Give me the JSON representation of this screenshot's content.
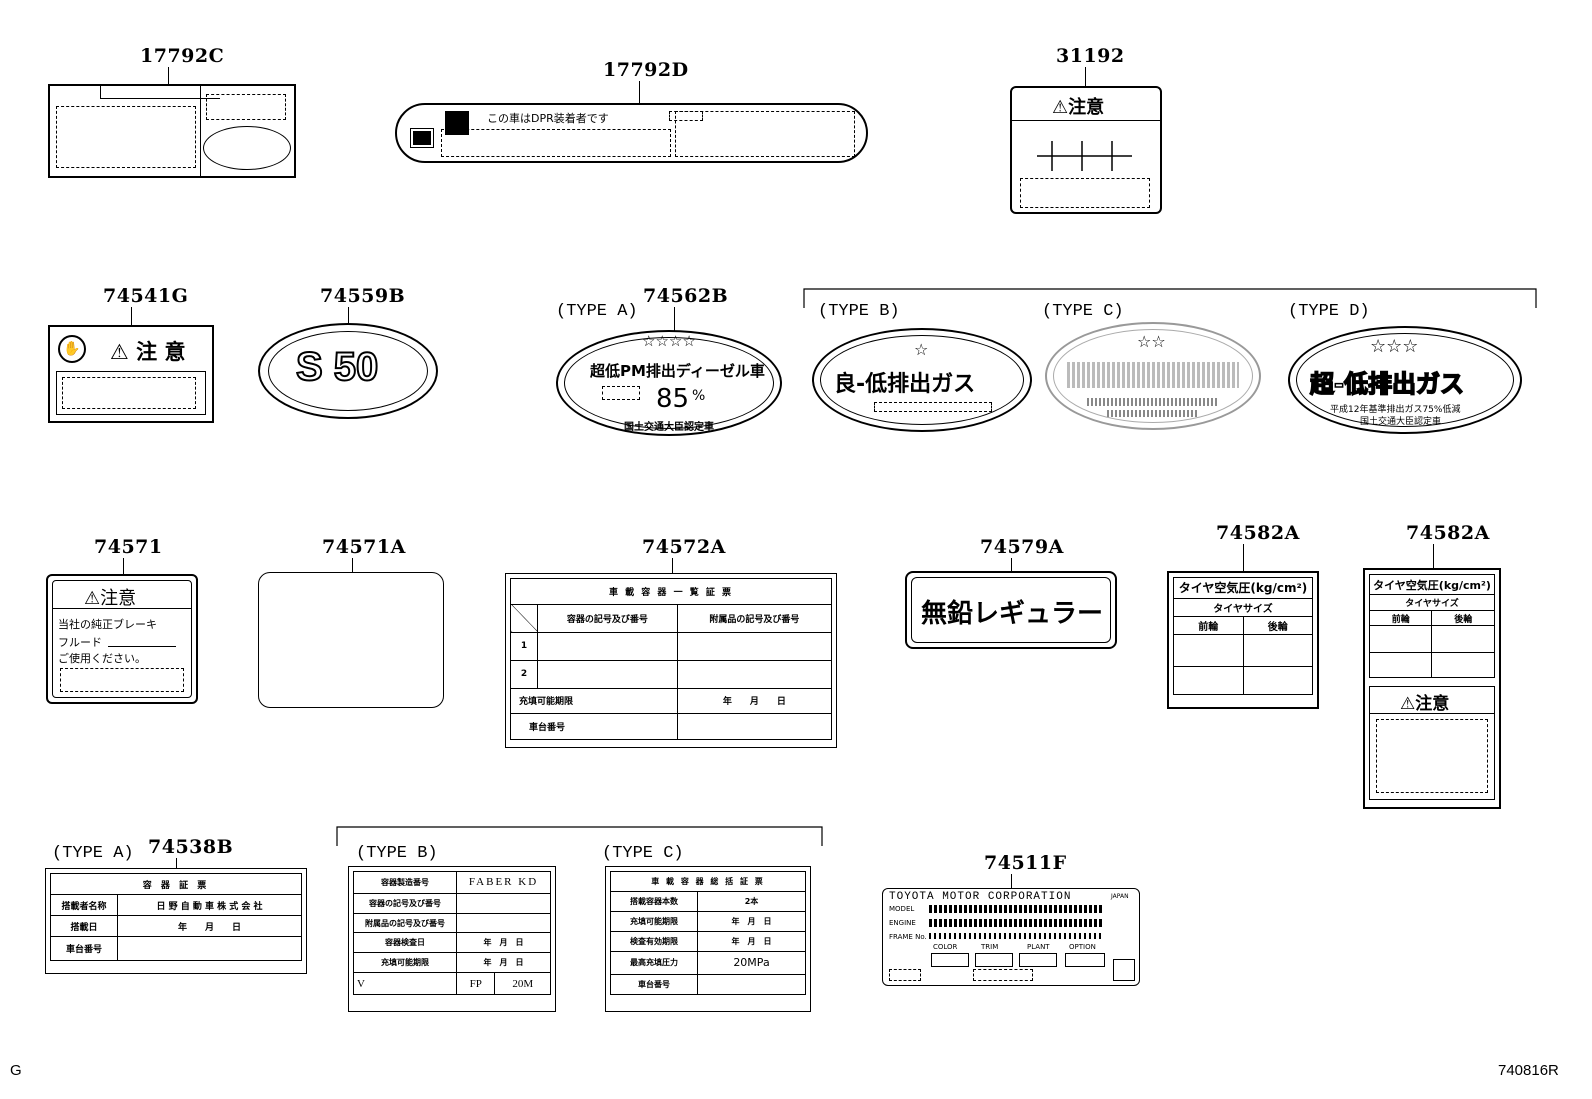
{
  "parts": {
    "p17792C": "17792C",
    "p17792D": "17792D",
    "p31192": "31192",
    "p74541G": "74541G",
    "p74559B": "74559B",
    "p74562B": "74562B",
    "p74571": "74571",
    "p74571A": "74571A",
    "p74572A": "74572A",
    "p74579A": "74579A",
    "p74582A_1": "74582A",
    "p74582A_2": "74582A",
    "p74538B": "74538B",
    "p74511F": "74511F"
  },
  "types": {
    "a_74562B": "(TYPE A)",
    "b_74562B": "(TYPE B)",
    "c_74562B": "(TYPE C)",
    "d_74562B": "(TYPE D)",
    "a_74538B": "(TYPE A)",
    "b_74538B": "(TYPE B)",
    "c_74538B": "(TYPE C)"
  },
  "labels": {
    "dpr_text": "この車はDPR装着者です",
    "caution": "⚠注意",
    "caution_spaced": "⚠ 注 意",
    "s50": "S 50",
    "stars3": "☆☆☆☆",
    "stars2": "☆☆",
    "star1": "☆",
    "stars_d": "☆☆☆",
    "pm_title": "超低PM排出ディーゼル車",
    "pm_value": "85",
    "pm_unit": "%",
    "mlit_cert": "国土交通大臣認定車",
    "type_b_text": "良-低排出ガス",
    "type_d_text": "超-低排出ガス",
    "type_d_sub1": "平成12年基準排出ガス75%低減",
    "type_d_sub2": "国土交通大臣認定車",
    "brake_l1": "当社の純正ブレーキ",
    "brake_l2": "フルード",
    "brake_l3": "ご使用ください。",
    "unleaded": "無鉛レギュラー",
    "tire_title": "タイヤ空気圧(kg/cm²)",
    "tire_size": "タイヤサイズ",
    "front": "前輪",
    "rear": "後輪",
    "toyota": "TOYOTA MOTOR CORPORATION",
    "japan": "JAPAN",
    "model": "MODEL",
    "engine": "ENGINE",
    "frame": "FRAME No.",
    "color": "COLOR",
    "trim": "TRIM",
    "plant": "PLANT",
    "option": "OPTION",
    "corner_left": "G",
    "corner_right": "740816R"
  },
  "t74572A": {
    "title": "車 載 容 器 一 覧 証 票",
    "h1": "容器の記号及び番号",
    "h2": "附属品の記号及び番号",
    "r1": "1",
    "r2": "2",
    "fill_label": "充填可能期限",
    "ymd": "年　　月　　日",
    "chassis": "車台番号"
  },
  "t74538A": {
    "title": "容 器 証 票",
    "r1l": "搭載者名称",
    "r1v": "日 野 自 動 車 株 式 会 社",
    "r2l": "搭載日",
    "r2v": "年　　月　　日",
    "r3l": "車台番号"
  },
  "t74538B": {
    "r1l": "容器製造番号",
    "r1v": "FABER KD",
    "r2l": "容器の記号及び番号",
    "r3l": "附属品の記号及び番号",
    "r4l": "容器検査日",
    "r4v": "年　月　日",
    "r5l": "充填可能期限",
    "r5v": "年　月　日",
    "r6a": "V",
    "r6b": "FP",
    "r6c": "20M"
  },
  "t74538C": {
    "title": "車 載 容 器 総 括 証 票",
    "r1l": "搭載容器本数",
    "r1v": "2本",
    "r2l": "充填可能期限",
    "r2v": "年　月　日",
    "r3l": "検査有効期限",
    "r3v": "年　月　日",
    "r4l": "最高充填圧力",
    "r4v": "20MPa",
    "r5l": "車台番号"
  }
}
